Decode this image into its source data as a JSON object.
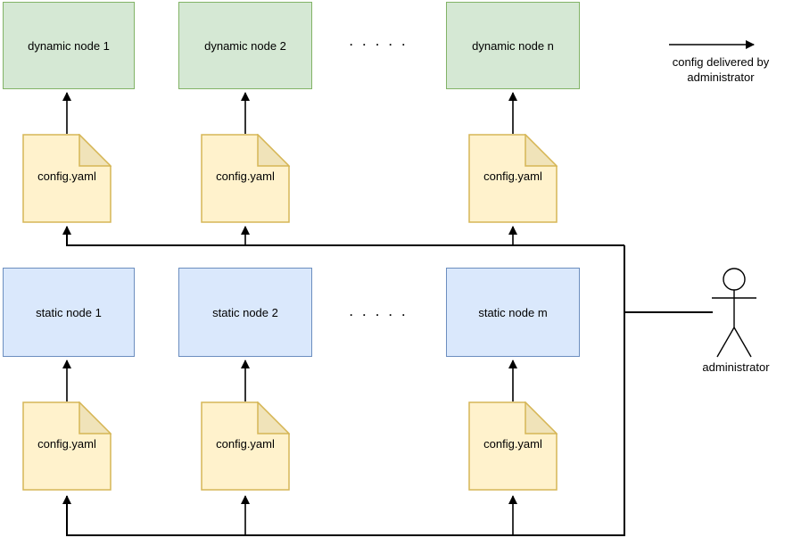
{
  "diagram": {
    "dynamic_row": {
      "nodes": [
        {
          "label": "dynamic node 1"
        },
        {
          "label": "dynamic node 2"
        },
        {
          "label": "dynamic node n"
        }
      ],
      "ellipsis": ". . . . .",
      "configs": [
        {
          "label": "config.yaml"
        },
        {
          "label": "config.yaml"
        },
        {
          "label": "config.yaml"
        }
      ]
    },
    "static_row": {
      "nodes": [
        {
          "label": "static node 1"
        },
        {
          "label": "static node 2"
        },
        {
          "label": "static node m"
        }
      ],
      "ellipsis": ". . . . .",
      "configs": [
        {
          "label": "config.yaml"
        },
        {
          "label": "config.yaml"
        },
        {
          "label": "config.yaml"
        }
      ]
    },
    "legend": {
      "label": "config delivered by administrator"
    },
    "actor": {
      "label": "administrator"
    },
    "colors": {
      "dynamic_fill": "#d5e8d4",
      "dynamic_stroke": "#82b366",
      "static_fill": "#dae8fc",
      "static_stroke": "#6c8ebf",
      "config_fill": "#fff2cc",
      "config_fold_fill": "#f0e3b9",
      "config_stroke": "#d6b656",
      "line": "#000000"
    }
  }
}
